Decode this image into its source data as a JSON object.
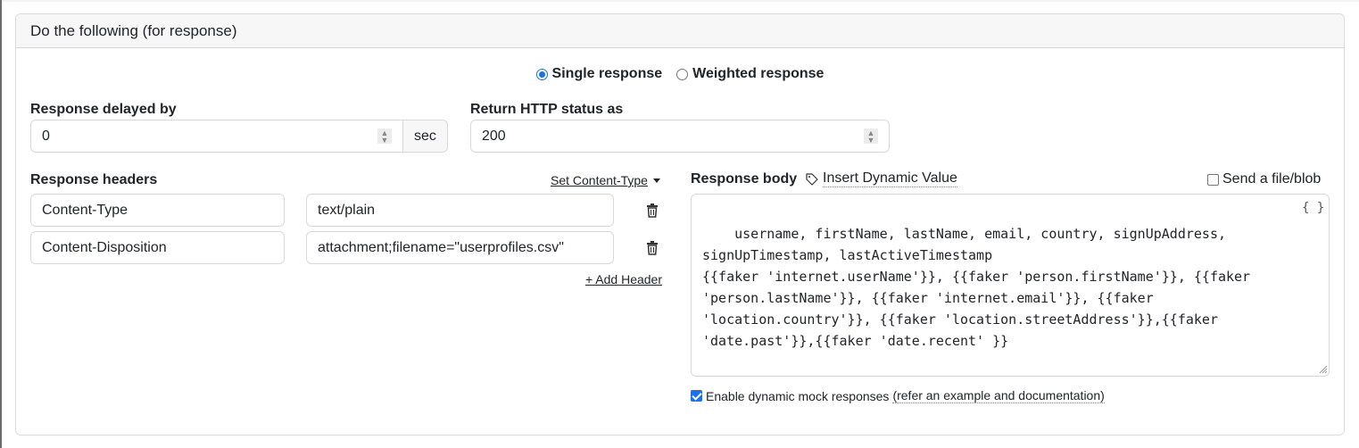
{
  "card": {
    "title": "Do the following (for response)"
  },
  "response_mode": {
    "options": [
      {
        "label": "Single response",
        "checked": true
      },
      {
        "label": "Weighted response",
        "checked": false
      }
    ]
  },
  "delay": {
    "label": "Response delayed by",
    "value": "0",
    "unit": "sec"
  },
  "status": {
    "label": "Return HTTP status as",
    "value": "200"
  },
  "headers": {
    "label": "Response headers",
    "set_content_type": "Set Content-Type",
    "add_header": "+ Add Header",
    "rows": [
      {
        "name": "Content-Type",
        "value": "text/plain"
      },
      {
        "name": "Content-Disposition",
        "value": "attachment;filename=\"userprofiles.csv\""
      }
    ]
  },
  "body": {
    "label": "Response body",
    "insert_dynamic": "Insert Dynamic Value",
    "send_file": "Send a file/blob",
    "send_file_checked": false,
    "format_icon": "{ }",
    "content": "username, firstName, lastName, email, country, signUpAddress,\nsignUpTimestamp, lastActiveTimestamp\n{{faker 'internet.userName'}}, {{faker 'person.firstName'}}, {{faker\n'person.lastName'}}, {{faker 'internet.email'}}, {{faker\n'location.country'}}, {{faker 'location.streetAddress'}},{{faker\n'date.past'}},{{faker 'date.recent' }}",
    "dynamic_label": "Enable dynamic mock responses",
    "dynamic_link": "(refer an example and documentation)",
    "dynamic_checked": true
  },
  "colors": {
    "accent": "#1a73e8",
    "border": "#d9d9d9",
    "header_bg": "#f7f7f7"
  }
}
